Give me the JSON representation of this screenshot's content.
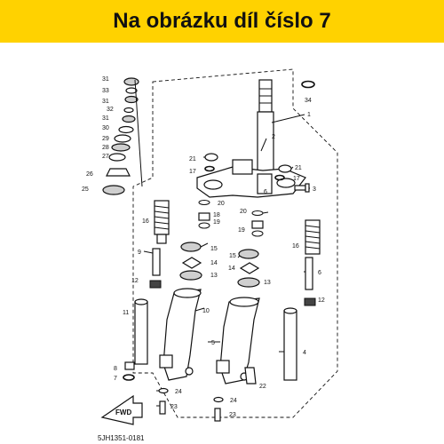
{
  "banner": {
    "title": "Na obrázku díl číslo 7",
    "color": "#ffd200"
  },
  "diagram": {
    "code": "5JH1351-0181",
    "fwd_label": "FWD",
    "callouts": {
      "n1": "1",
      "n2": "2",
      "n3": "3",
      "n4": "4",
      "n5": "5",
      "n6l": "6",
      "n6r": "6",
      "n7": "7",
      "n8": "8",
      "n9": "9",
      "n10": "10",
      "n11": "11",
      "n12l": "12",
      "n12r": "12",
      "n13l": "13",
      "n13r": "13",
      "n14l": "14",
      "n14r": "14",
      "n15l": "15",
      "n15r": "15",
      "n16l": "16",
      "n16r": "16",
      "n17l": "17",
      "n17r": "17",
      "n18": "18",
      "n19": "19",
      "n19b": "19",
      "n20a": "20",
      "n20b": "20",
      "n21l": "21",
      "n21r": "21",
      "n22": "22",
      "n23l": "23",
      "n23r": "23",
      "n24l": "24",
      "n24r": "24",
      "n25": "25",
      "n26": "26",
      "n27": "27",
      "n28": "28",
      "n29": "29",
      "n30": "30",
      "n31a": "31",
      "n31b": "31",
      "n32": "32",
      "n33": "33",
      "n34": "34"
    }
  }
}
